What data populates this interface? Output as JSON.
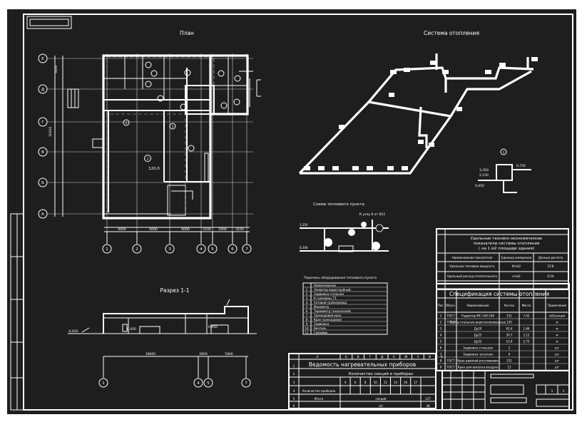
{
  "titles": {
    "plan": "План",
    "section": "Разрез 1-1",
    "heating": "Система отопления",
    "heatpoint": "Схема теплового пункта",
    "equipment": "Перечень оборудования теплового пункта"
  },
  "plan": {
    "rows": [
      "Е",
      "Д",
      "Г",
      "В",
      "Б",
      "А"
    ],
    "cols": [
      "1",
      "2",
      "3",
      "4",
      "5",
      "6",
      "7"
    ],
    "dims_left": [
      "5400",
      "30000"
    ],
    "dims_bottom": [
      "6000",
      "6000",
      "6000",
      "2100",
      "2900",
      "3100"
    ],
    "room_tags": [
      "1",
      "4",
      "3"
    ],
    "hall_area": "120,0"
  },
  "section": {
    "level_left": "-0,450",
    "level_inner": "0,450",
    "level_right": "0,950",
    "dims": [
      "18000",
      "2850",
      "5900"
    ],
    "axes": [
      "1",
      "4",
      "5",
      "7"
    ]
  },
  "heating": {
    "node_tag": "1",
    "node_levels": [
      "3,350",
      "2,150",
      "0,750",
      "0,450"
    ]
  },
  "heatpoint": {
    "label": "К узлу 8 от В11",
    "levels": [
      "1,250",
      "0,300"
    ]
  },
  "equipment": {
    "rows": [
      "Наименование",
      "Элеватор водоструйный",
      "Задвижка стальная",
      "К грязевику Т1",
      "Сетевой трубопровод",
      "Манометр",
      "Термометр технический",
      "Трехходовой кран",
      "Кран трехходовой",
      "Задвижка",
      "Вентиль",
      "Грязевик"
    ]
  },
  "indicators": {
    "title": [
      "Удельные технико-экономические",
      "показатели системы отопления",
      "( на 1 м2 площади здания)"
    ],
    "head": [
      "Наименование показателя",
      "Единица измерения",
      "Данные расчета"
    ],
    "rows": [
      [
        "Удельная тепловая мощность",
        "Вт/м2",
        "37,8"
      ],
      [
        "Удельный расход отопительного",
        "кг/м2",
        "0,54"
      ]
    ]
  },
  "spec": {
    "title": "Спецификация системы отопления",
    "head": [
      "Поз.",
      "Обозн.",
      "Наименование",
      "Кол-во",
      "Масса",
      "Примечание"
    ],
    "rows": [
      [
        "1",
        "ГОСТ",
        "Радиатор МС-140-108",
        "151",
        "7,42",
        "м2/секция"
      ],
      [
        "2",
        "ГОСТ",
        "Трубы стальные водогазопроводные",
        "150",
        "",
        "м"
      ],
      [
        "3",
        "",
        "Ду20",
        "62,4",
        "1,66",
        "м"
      ],
      [
        "4",
        "",
        "Ду25",
        "30,7",
        "2,12",
        "м"
      ],
      [
        "5",
        "",
        "Ду32",
        "12,4",
        "2,73",
        "м"
      ],
      [
        "6",
        "",
        "Задвижка стальная",
        "2",
        "",
        "шт"
      ],
      [
        "7",
        "",
        "Задвижка чугунная",
        "6",
        "",
        "шт"
      ],
      [
        "8",
        "ГОСТ",
        "Кран двойной регулировки",
        "151",
        "",
        "шт"
      ],
      [
        "9",
        "ГОСТ",
        "Кран для выпуска воздуха",
        "13",
        "",
        "шт"
      ]
    ]
  },
  "heaters": {
    "col_letters": [
      "А",
      "Б",
      "В",
      "Г",
      "Д",
      "Е",
      "Ж",
      "З",
      "И",
      "К"
    ],
    "title": "Ведомость нагревательных приборов",
    "subtitle": "Количество секций в приборах",
    "row_nums": [
      "1",
      "2",
      "3",
      "4",
      "5",
      "6"
    ],
    "counts": [
      "4",
      "6",
      "8",
      "10",
      "12",
      "14",
      "16",
      "17"
    ],
    "row_labels": [
      "Количество приборов",
      "Итого",
      "секций",
      "м2"
    ],
    "totals": [
      "127",
      "38"
    ]
  },
  "titleblock": {
    "sheet": "1",
    "sheets": "1"
  }
}
